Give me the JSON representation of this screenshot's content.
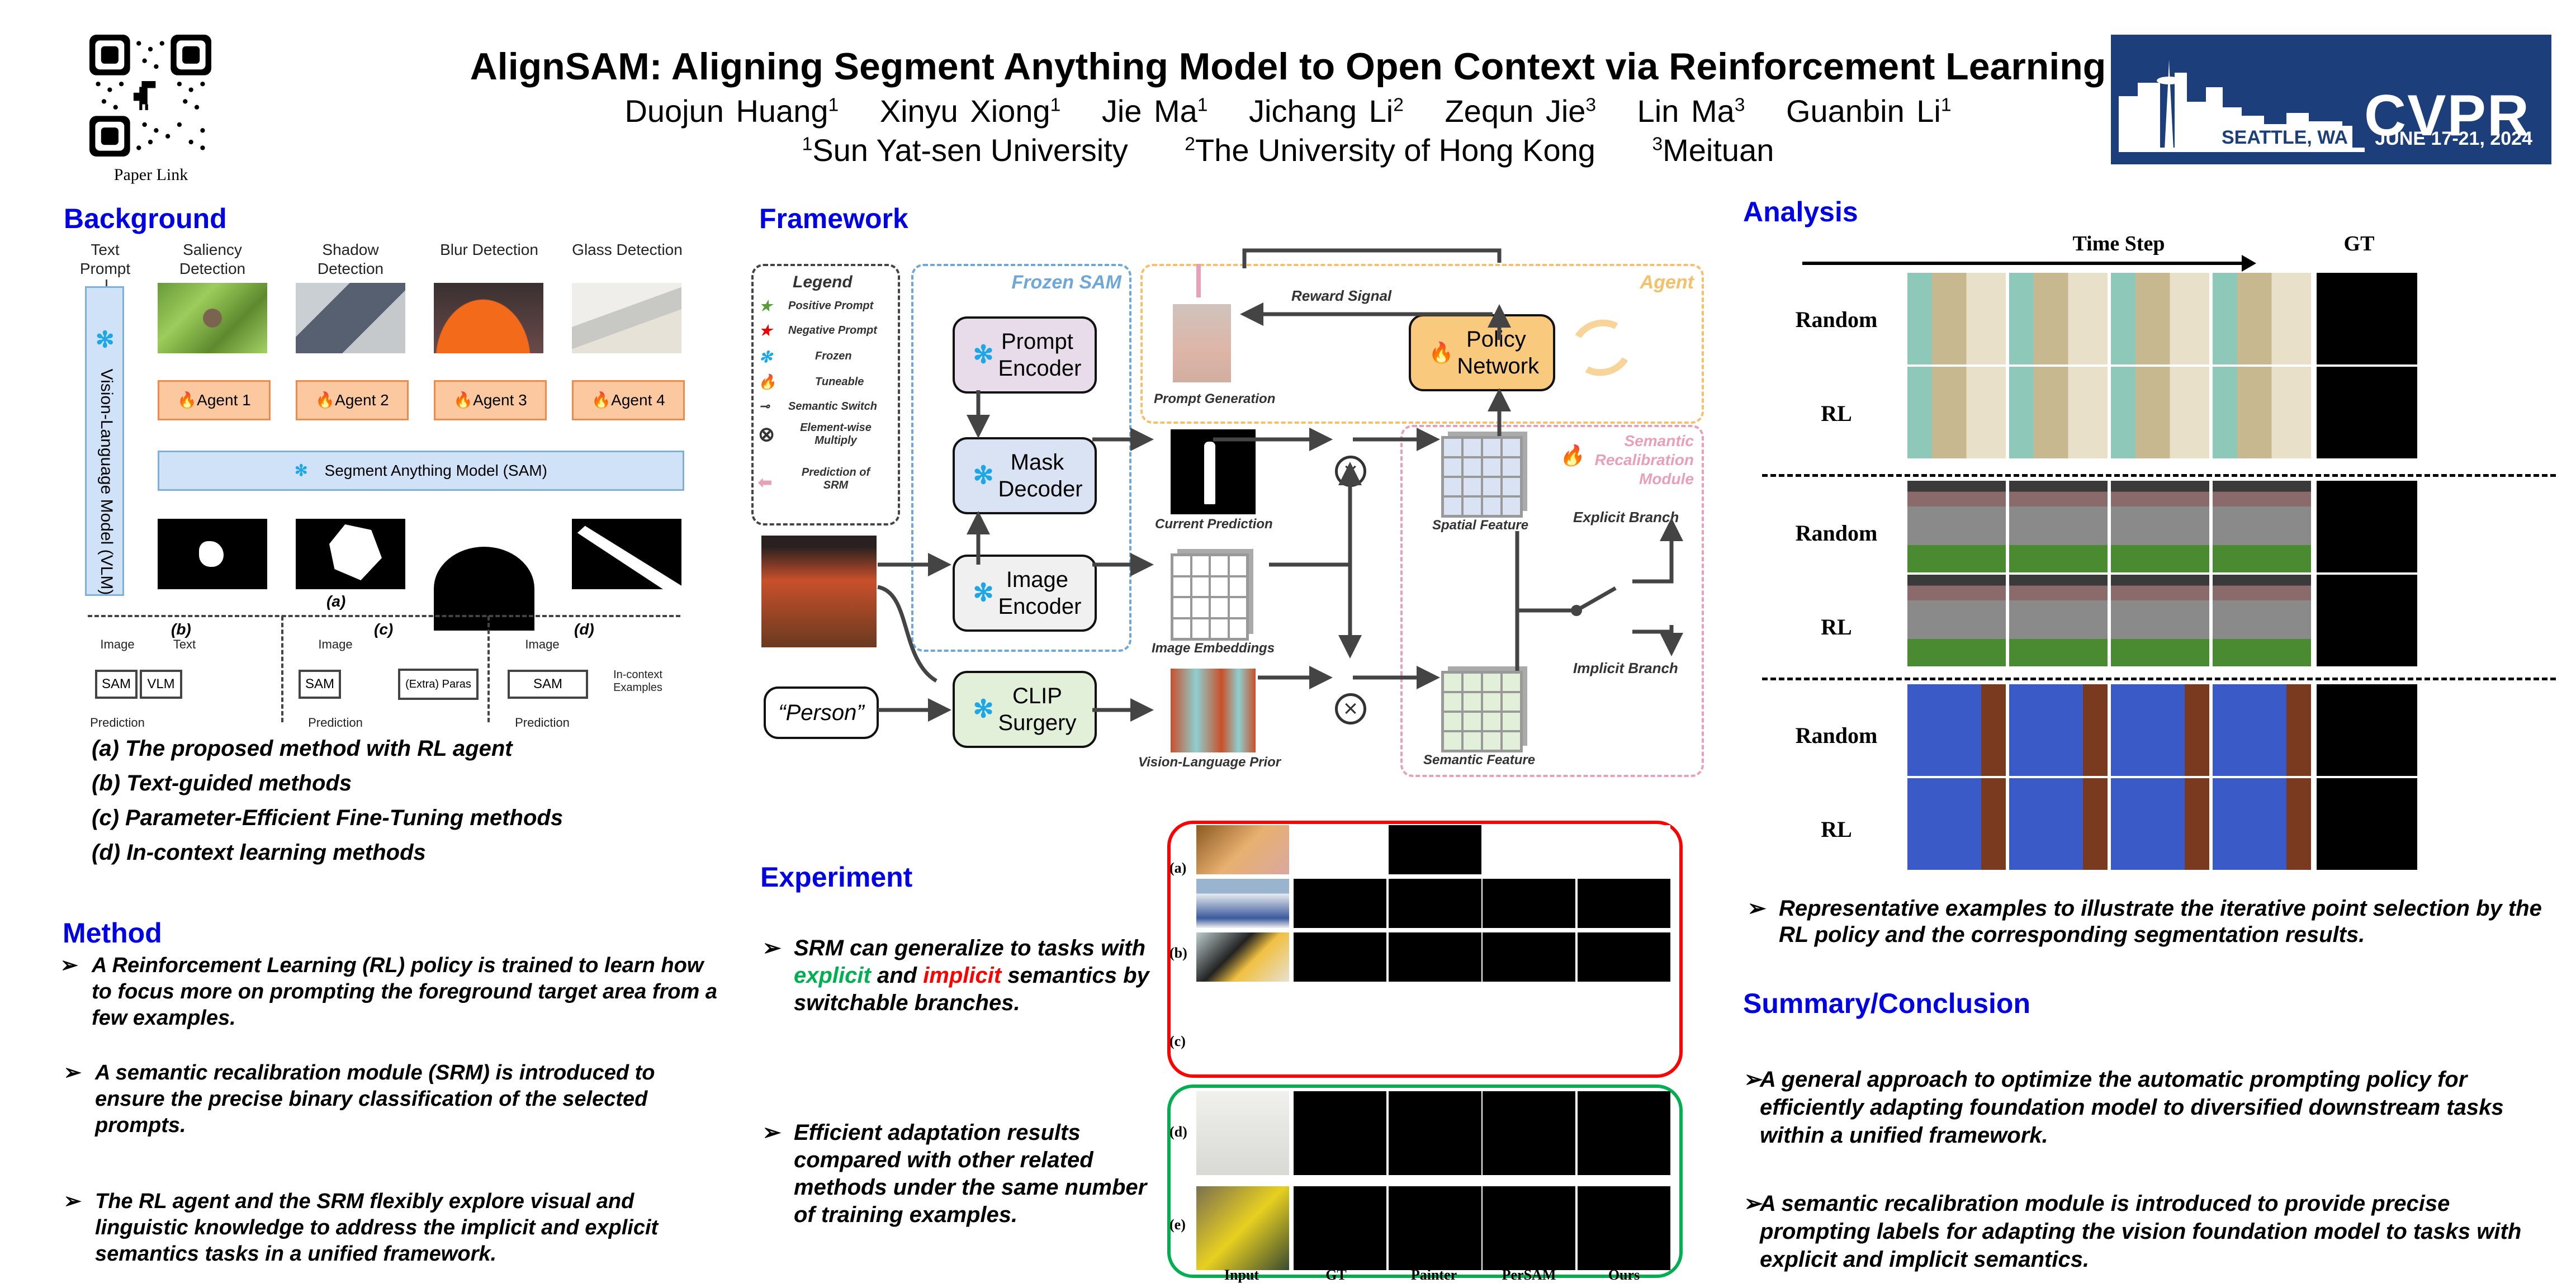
{
  "header": {
    "title": "AlignSAM: Aligning Segment Anything Model to Open Context via Reinforcement Learning",
    "authors": [
      {
        "name": "Duojun Huang",
        "aff": "1"
      },
      {
        "name": "Xinyu Xiong",
        "aff": "1"
      },
      {
        "name": "Jie Ma",
        "aff": "1"
      },
      {
        "name": "Jichang Li",
        "aff": "2"
      },
      {
        "name": "Zequn Jie",
        "aff": "3"
      },
      {
        "name": "Lin Ma",
        "aff": "3"
      },
      {
        "name": "Guanbin Li",
        "aff": "1"
      }
    ],
    "affiliations": [
      {
        "id": "1",
        "name": "Sun Yat-sen University"
      },
      {
        "id": "2",
        "name": "The University of Hong Kong"
      },
      {
        "id": "3",
        "name": "Meituan"
      }
    ],
    "qr_label": "Paper Link",
    "conference": {
      "name": "CVPR",
      "city": "SEATTLE, WA",
      "dates": "JUNE 17-21, 2024",
      "color": "#1c3f7c"
    }
  },
  "background": {
    "heading": "Background",
    "text_prompt": "Text Prompt",
    "vlm_label": "Vision-Language Model (VLM)",
    "tasks": [
      "Saliency Detection",
      "Shadow Detection",
      "Blur Detection",
      "Glass Detection"
    ],
    "agents": [
      "Agent 1",
      "Agent 2",
      "Agent 3",
      "Agent 4"
    ],
    "sam_label": "Segment Anything Model (SAM)",
    "fig_a": "(a)",
    "sub_b": {
      "tag": "(b)",
      "image": "Image",
      "text": "Text",
      "sam": "SAM",
      "vlm": "VLM",
      "pred": "Prediction"
    },
    "sub_c": {
      "tag": "(c)",
      "image": "Image",
      "sam": "SAM",
      "extra": "(Extra) Paras",
      "pred": "Prediction"
    },
    "sub_d": {
      "tag": "(d)",
      "image": "Image",
      "sam": "SAM",
      "examples": "In-context Examples",
      "pred": "Prediction"
    },
    "captions": [
      "(a) The proposed method with RL agent",
      "(b) Text-guided methods",
      "(c) Parameter-Efficient Fine-Tuning methods",
      "(d) In-context learning methods"
    ]
  },
  "method": {
    "heading": "Method",
    "bullets": [
      "A Reinforcement Learning (RL) policy is trained to learn how to focus more on prompting the foreground target area from a few examples.",
      "A semantic recalibration module (SRM) is introduced to ensure the precise binary classification of the selected prompts.",
      "The RL agent and the SRM flexibly explore visual and linguistic knowledge  to address the implicit and explicit semantics tasks in a unified framework."
    ]
  },
  "framework": {
    "heading": "Framework",
    "legend": {
      "title": "Legend",
      "items": [
        "Positive Prompt",
        "Negative Prompt",
        "Frozen",
        "Tuneable",
        "Semantic Switch",
        "Element-wise Multiply",
        "Prediction of SRM"
      ]
    },
    "frozen_sam": "Frozen SAM",
    "agent": "Agent",
    "srm": "Semantic Recalibration Module",
    "prompt_encoder": "Prompt Encoder",
    "mask_decoder": "Mask Decoder",
    "image_encoder": "Image Encoder",
    "clip_surgery": "CLIP Surgery",
    "policy_network": "Policy Network",
    "text_query": "“Person”",
    "reward_signal": "Reward Signal",
    "prompt_generation": "Prompt Generation",
    "current_prediction": "Current Prediction",
    "image_embeddings": "Image Embeddings",
    "vl_prior": "Vision-Language Prior",
    "spatial_feature": "Spatial Feature",
    "semantic_feature": "Semantic Feature",
    "explicit_branch": "Explicit Branch",
    "implicit_branch": "Implicit Branch"
  },
  "experiment": {
    "heading": "Experiment",
    "bullet1": {
      "pre": "SRM can generalize to tasks with ",
      "explicit": "explicit",
      "mid": " and ",
      "implicit": "implicit",
      "post": " semantics by switchable branches."
    },
    "bullet2": "Efficient adaptation results compared with other related methods under the same number of training examples.",
    "rows": [
      "(a)",
      "(b)",
      "(c)",
      "(d)",
      "(e)"
    ],
    "columns": [
      "Input",
      "GT",
      "Painter",
      "PerSAM",
      "Ours"
    ],
    "colors": {
      "explicit": "#00b050",
      "implicit": "#ff0000"
    }
  },
  "analysis": {
    "heading": "Analysis",
    "time_step": "Time Step",
    "gt": "GT",
    "row_labels": [
      "Random",
      "RL",
      "Random",
      "RL",
      "Random",
      "RL"
    ],
    "bullet": "Representative examples to illustrate the iterative point selection by the RL policy and the corresponding segmentation results."
  },
  "summary": {
    "heading": "Summary/Conclusion",
    "bullets": [
      "A general approach to optimize the automatic prompting policy for efficiently adapting foundation model to diversified downstream tasks within a unified framework.",
      "A semantic recalibration module is introduced to provide precise prompting labels for adapting the vision foundation model to tasks with explicit and implicit semantics."
    ]
  }
}
